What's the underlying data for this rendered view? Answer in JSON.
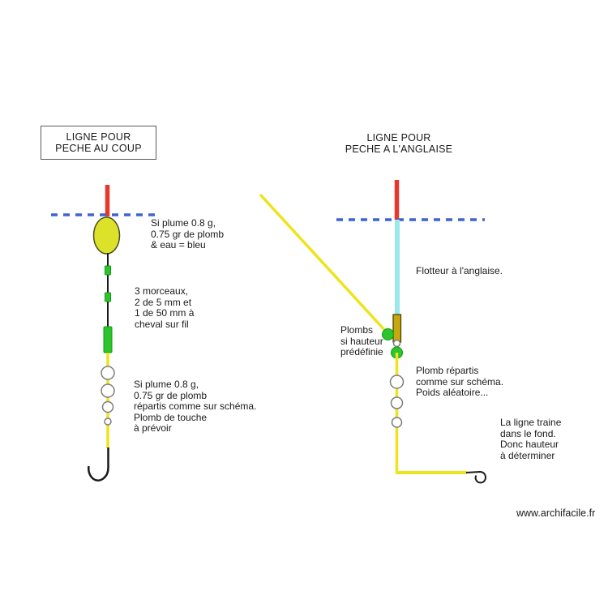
{
  "colors": {
    "red": "#e4392c",
    "blue": "#3f64d2",
    "yellow": "#ede31f",
    "cyan": "#9ae8ec",
    "green": "#2ec42e",
    "greenb": "#0f9b0f",
    "float": "#dce22a",
    "olive": "#c7a90f",
    "ink": "#1a1a1a",
    "circle": "#7d7d7d"
  },
  "left_rig": {
    "title_lines": [
      "LIGNE POUR",
      "PECHE AU COUP"
    ],
    "notes": {
      "float_note": [
        "Si plume 0.8 g,",
        "0.75 gr de plomb",
        "& eau = bleu"
      ],
      "segments_note": [
        "3 morceaux,",
        "2 de 5 mm et",
        "1 de 50 mm à",
        "cheval sur fil"
      ],
      "weights_note": [
        "Si plume 0.8 g,",
        "0.75 gr de plomb",
        "répartis comme sur schéma.",
        "Plomb de touche",
        "à prévoir"
      ]
    }
  },
  "right_rig": {
    "title_lines": [
      "LIGNE POUR",
      "PECHE A L'ANGLAISE"
    ],
    "notes": {
      "float_note": [
        "Flotteur à l'anglaise."
      ],
      "plombs_note": [
        "Plombs",
        "si hauteur",
        "prédéfinie"
      ],
      "repartis_note": [
        "Plomb répartis",
        "comme sur schéma.",
        "Poids aléatoire..."
      ],
      "traine_note": [
        "La ligne traine",
        "dans le fond.",
        "Donc hauteur",
        "à déterminer"
      ]
    }
  },
  "footer": {
    "watermark": "www.archifacile.fr"
  }
}
